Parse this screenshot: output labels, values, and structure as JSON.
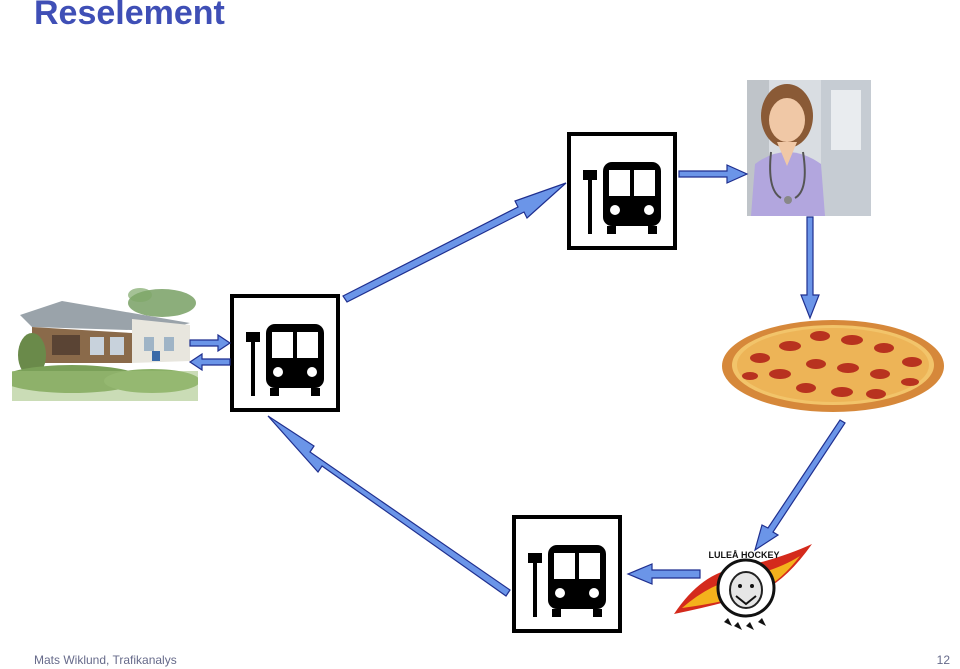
{
  "slide": {
    "title": "Reselement",
    "footer_left": "Mats Wiklund, Trafikanalys",
    "page_number": "12"
  },
  "logo": {
    "text": "LULEÅ HOCKEY"
  },
  "colors": {
    "title": "#3f4fb6",
    "arrow_fill": "#6b95e8",
    "arrow_stroke": "#1f2f8f"
  },
  "icons": [
    "house-photo",
    "bus-stop-icon",
    "nurse-photo",
    "pizza-photo",
    "hockey-logo"
  ]
}
